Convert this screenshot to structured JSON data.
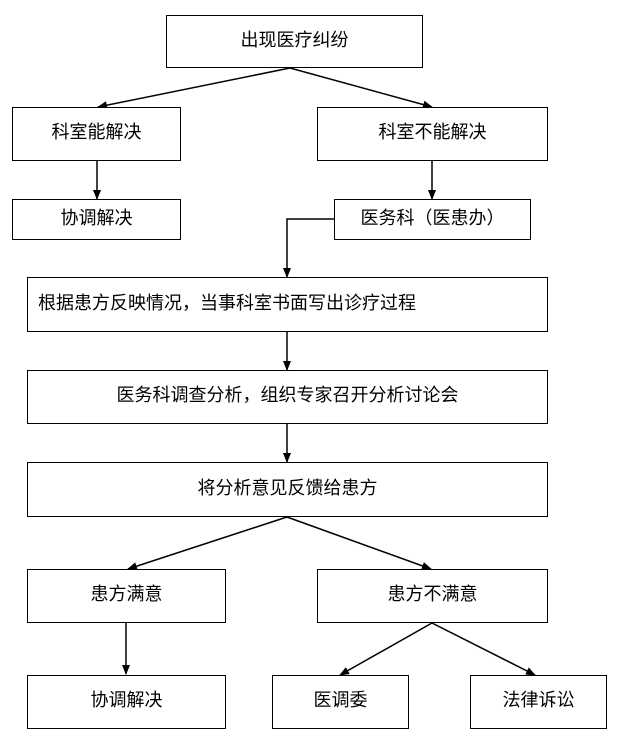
{
  "nodes": {
    "dispute": "出现医疗纠纷",
    "dept_can": "科室能解决",
    "dept_cannot": "科室不能解决",
    "coord_1": "协调解决",
    "medical_affairs": "医务科（医患办）",
    "written_report": "根据患方反映情况，当事科室书面写出诊疗过程",
    "investigation": "医务科调查分析，组织专家召开分析讨论会",
    "feedback": "将分析意见反馈给患方",
    "satisfied": "患方满意",
    "unsatisfied": "患方不满意",
    "coord_2": "协调解决",
    "mediation": "医调委",
    "litigation": "法律诉讼"
  }
}
